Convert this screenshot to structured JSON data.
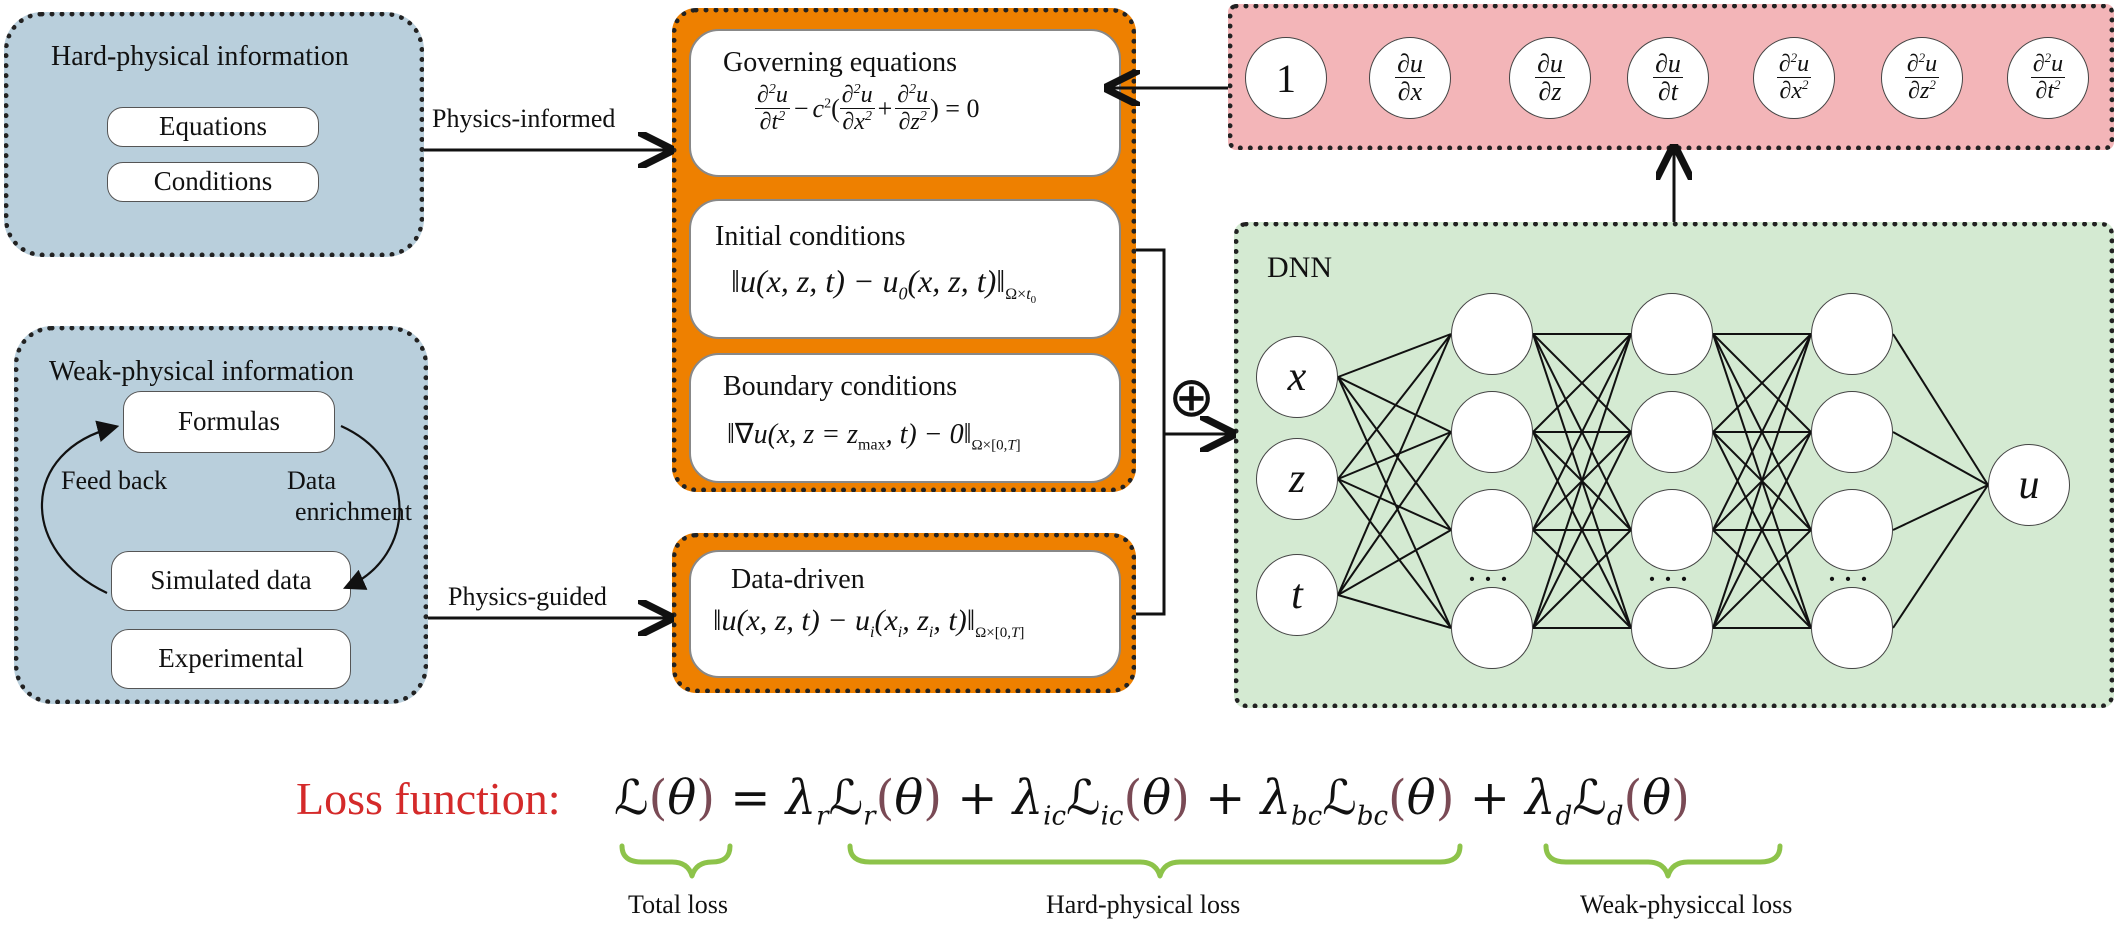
{
  "hard_physical": {
    "title": "Hard-physical information",
    "items": [
      "Equations",
      "Conditions"
    ]
  },
  "weak_physical": {
    "title": "Weak-physical information",
    "formulas": "Formulas",
    "feedback": "Feed back",
    "data_enrichment_1": "Data",
    "data_enrichment_2": "enrichment",
    "simulated": "Simulated data",
    "experimental": "Experimental"
  },
  "arrows": {
    "physics_informed": "Physics-informed",
    "physics_guided": "Physics-guided",
    "oplus": "⊕"
  },
  "governing": {
    "title": "Governing equations",
    "eq_rhs": ") = 0"
  },
  "initial": {
    "title": "Initial conditions"
  },
  "boundary": {
    "title": "Boundary conditions"
  },
  "data_driven": {
    "title": "Data-driven"
  },
  "derivatives": {
    "one": "1"
  },
  "dnn": {
    "title": "DNN",
    "inputs": [
      "x",
      "z",
      "t"
    ],
    "output": "u",
    "ellipsis": "···"
  },
  "loss": {
    "label": "Loss function:",
    "label_color": "#d42a2a",
    "brace_color": "#8dc34a",
    "total": "Total loss",
    "hard": "Hard-physical loss",
    "weak": "Weak-physiccal loss"
  },
  "colors": {
    "blue_panel": "#b9cfdc",
    "orange_panel": "#ee8000",
    "pink_panel": "#f3b5b8",
    "green_panel": "#d4ead2"
  }
}
